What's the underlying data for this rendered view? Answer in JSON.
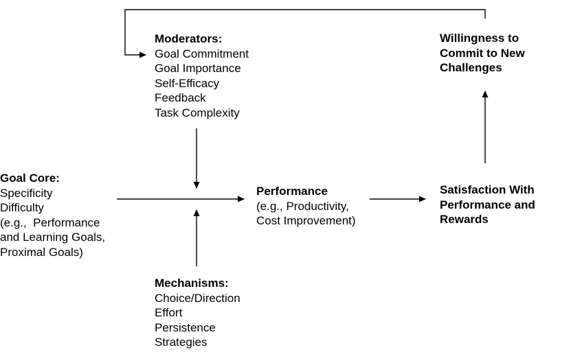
{
  "moderators": {
    "heading": "Moderators:",
    "items": [
      "Goal Commitment",
      "Goal Importance",
      "Self-Efficacy",
      "Feedback",
      "Task Complexity"
    ]
  },
  "goal_core": {
    "heading": "Goal Core:",
    "items": [
      "Specificity",
      "Difficulty",
      "(e.g.,  Performance",
      "and Learning Goals,",
      "Proximal Goals)"
    ]
  },
  "performance": {
    "heading": "Performance",
    "items": [
      "(e.g., Productivity,",
      "Cost Improvement)"
    ]
  },
  "satisfaction": {
    "lines": [
      "Satisfaction With",
      "Performance and",
      "Rewards"
    ]
  },
  "willingness": {
    "lines": [
      "Willingness to",
      "Commit to New",
      "Challenges"
    ]
  },
  "mechanisms": {
    "heading": "Mechanisms:",
    "items": [
      "Choice/Direction",
      "Effort",
      "Persistence",
      "Strategies"
    ]
  }
}
